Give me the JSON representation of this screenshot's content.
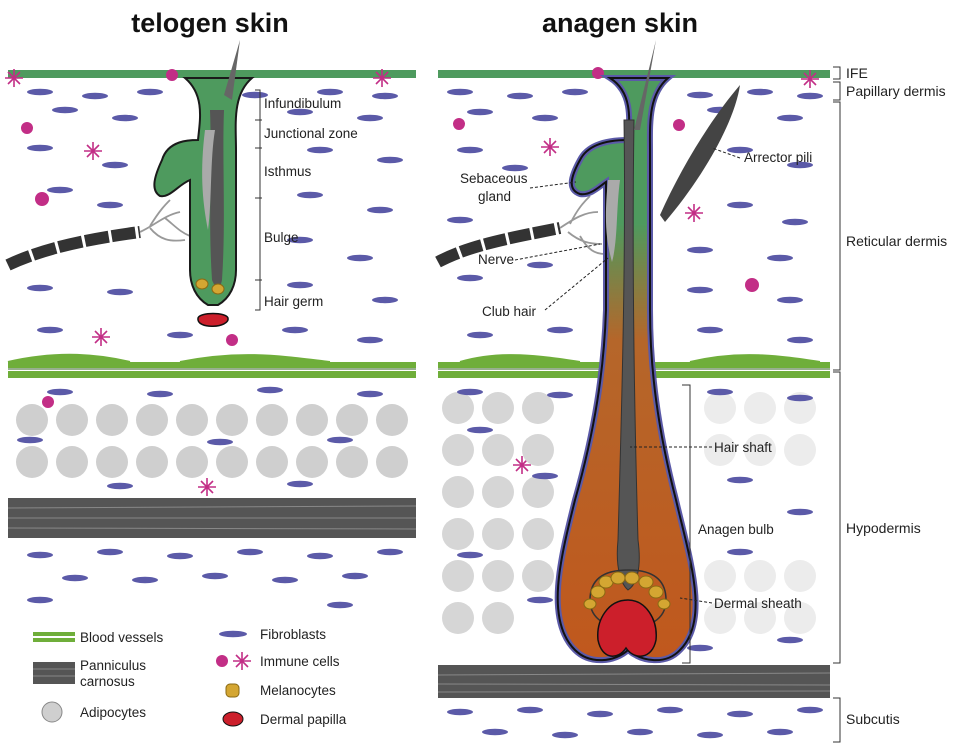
{
  "titles": {
    "left": "telogen skin",
    "right": "anagen skin"
  },
  "telogen_labels": {
    "infundibulum": "Infundibulum",
    "junctional_zone": "Junctional zone",
    "isthmus": "Isthmus",
    "bulge": "Bulge",
    "hair_germ": "Hair germ"
  },
  "anagen_labels": {
    "sebaceous_line1": "Sebaceous",
    "sebaceous_line2": "gland",
    "nerve": "Nerve",
    "club_hair": "Club hair",
    "arrector_pili": "Arrector pili",
    "hair_shaft": "Hair shaft",
    "anagen_bulb": "Anagen bulb",
    "dermal_sheath": "Dermal sheath"
  },
  "layers": {
    "ife": "IFE",
    "papillary_dermis": "Papillary dermis",
    "reticular_dermis": "Reticular dermis",
    "hypodermis": "Hypodermis",
    "subcutis": "Subcutis"
  },
  "legend": {
    "blood_vessels": "Blood vessels",
    "panniculus_line1": "Panniculus",
    "panniculus_line2": "carnosus",
    "adipocytes": "Adipocytes",
    "fibroblasts": "Fibroblasts",
    "immune_cells": "Immune cells",
    "melanocytes": "Melanocytes",
    "dermal_papilla": "Dermal papilla"
  },
  "colors": {
    "epidermis_green": "#4e9a5e",
    "vessel_green": "#6fae3a",
    "fibroblast_purple": "#5b5aa8",
    "immune_magenta": "#c22e86",
    "melanocyte_gold": "#d4a632",
    "papilla_red": "#cc1f2b",
    "bulb_orange": "#c65a1e",
    "adipocyte_grey": "#cfcfcf",
    "muscle_grey": "#555555"
  }
}
